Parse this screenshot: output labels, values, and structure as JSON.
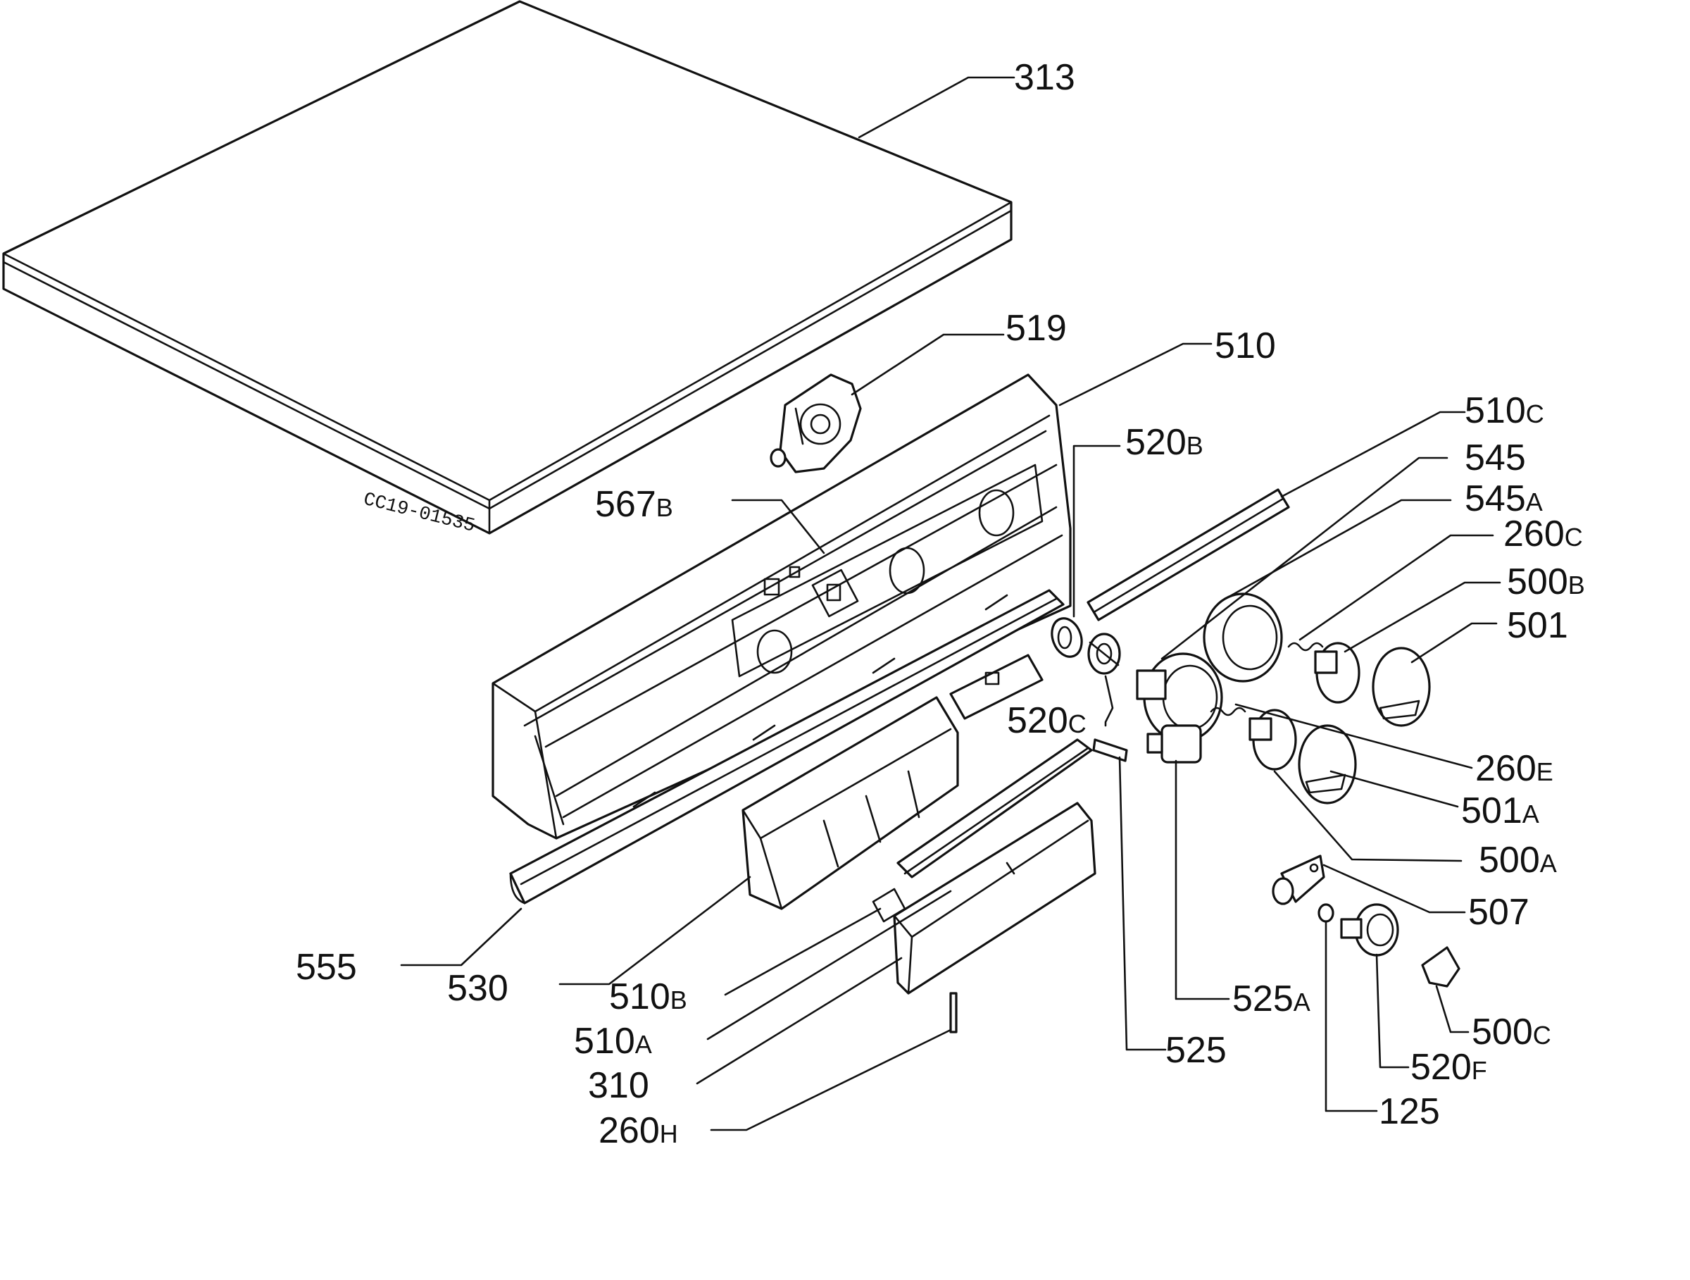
{
  "reference": "CC19-01535",
  "callouts": [
    {
      "id": "313",
      "num": "313",
      "suffix": ""
    },
    {
      "id": "519",
      "num": "519",
      "suffix": ""
    },
    {
      "id": "510",
      "num": "510",
      "suffix": ""
    },
    {
      "id": "510c",
      "num": "510",
      "suffix": "C"
    },
    {
      "id": "520b",
      "num": "520",
      "suffix": "B"
    },
    {
      "id": "545",
      "num": "545",
      "suffix": ""
    },
    {
      "id": "545a",
      "num": "545",
      "suffix": "A"
    },
    {
      "id": "260c",
      "num": "260",
      "suffix": "C"
    },
    {
      "id": "500b",
      "num": "500",
      "suffix": "B"
    },
    {
      "id": "501",
      "num": "501",
      "suffix": ""
    },
    {
      "id": "567b",
      "num": "567",
      "suffix": "B"
    },
    {
      "id": "520c",
      "num": "520",
      "suffix": "C"
    },
    {
      "id": "260e",
      "num": "260",
      "suffix": "E"
    },
    {
      "id": "501a",
      "num": "501",
      "suffix": "A"
    },
    {
      "id": "500a",
      "num": "500",
      "suffix": "A"
    },
    {
      "id": "507",
      "num": "507",
      "suffix": ""
    },
    {
      "id": "555",
      "num": "555",
      "suffix": ""
    },
    {
      "id": "530",
      "num": "530",
      "suffix": ""
    },
    {
      "id": "510b",
      "num": "510",
      "suffix": "B"
    },
    {
      "id": "525a",
      "num": "525",
      "suffix": "A"
    },
    {
      "id": "510a",
      "num": "510",
      "suffix": "A"
    },
    {
      "id": "525",
      "num": "525",
      "suffix": ""
    },
    {
      "id": "500c",
      "num": "500",
      "suffix": "C"
    },
    {
      "id": "310",
      "num": "310",
      "suffix": ""
    },
    {
      "id": "520f",
      "num": "520",
      "suffix": "F"
    },
    {
      "id": "260h",
      "num": "260",
      "suffix": "H"
    },
    {
      "id": "125",
      "num": "125",
      "suffix": ""
    }
  ]
}
